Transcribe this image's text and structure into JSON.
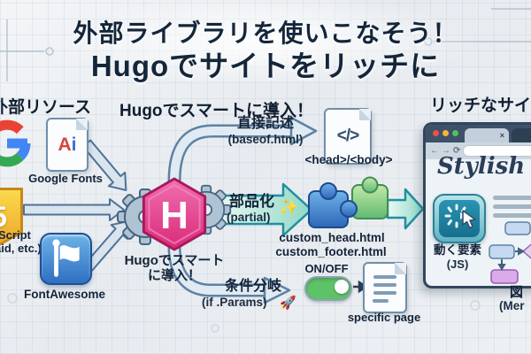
{
  "title": {
    "line1": "外部ライブラリを使いこなそう！",
    "line2": "Hugoでサイトをリッチに"
  },
  "colors": {
    "hugo_pink": "#e0undefined2f7e",
    "teal_accent": "#2e9ba8",
    "title_navy": "#14263a",
    "toggle_green": "#5ec268"
  },
  "left_panel": {
    "heading": "外部リソース",
    "google_fonts": {
      "file_badge_a": "A",
      "file_badge_i": "i",
      "label": "Google Fonts"
    },
    "javascript": {
      "shield_glyph": "5",
      "label_line1": "Script",
      "label_line2": "aid, etc.)"
    },
    "fontawesome": {
      "label": "FontAwesome"
    }
  },
  "hugo": {
    "heading": "Hugoでスマートに導入！",
    "logo_letter": "H",
    "caption_line1": "Hugoでスマート",
    "caption_line2": "に導入！"
  },
  "branch_direct": {
    "label": "直接記述",
    "sublabel": "(baseof.html)",
    "doc_glyph": "</>",
    "target": "<head>/<body>"
  },
  "branch_partial": {
    "label": "部品化",
    "sublabel": "(partial)",
    "sparkle": "✨",
    "file1": "custom_head.html",
    "file2": "custom_footer.html"
  },
  "branch_conditional": {
    "label": "条件分岐",
    "sublabel": "(if .Params)",
    "rocket": "🚀",
    "toggle_label": "ON/OFF",
    "target": "specific page"
  },
  "result_site": {
    "heading": "リッチなサイト",
    "site_title": "Stylish Fon",
    "browser": {
      "back": "←",
      "forward": "→",
      "reload": "⟳",
      "tab_close": "×"
    },
    "js_feature_line1": "動く要素",
    "js_feature_line2": "(JS)",
    "diagram_line1": "図",
    "diagram_line2": "(Mer"
  }
}
